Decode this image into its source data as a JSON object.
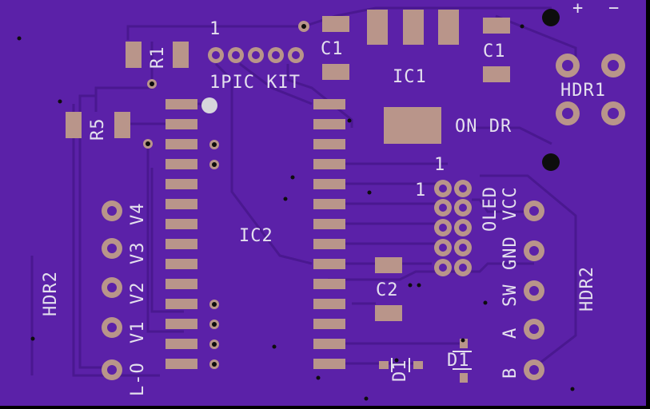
{
  "board": {
    "pcb_color": "#5b21a8",
    "trace_color": "#4a1890",
    "pad_color": "#b9958a",
    "silk_color": "#e4e0ee",
    "hole_color": "#0d0d0d"
  },
  "labels": {
    "pin1_header": "1",
    "r1": "R1",
    "r5": "R5",
    "c1_left": "C1",
    "c1_right": "C1",
    "ic1": "IC1",
    "hdr1": "HDR1",
    "plus": "+",
    "minus": "−",
    "pic_kit": "1PIC KIT",
    "on_dr": "ON DR",
    "oled_pin1_top": "1",
    "oled_pin1_left": "1",
    "oled": "OLED",
    "vcc": "VCC",
    "gnd": "GND",
    "sw": "SW",
    "a": "A",
    "b": "B",
    "hdr2_right": "HDR2",
    "hdr2_left": "HDR2",
    "ic2": "IC2",
    "c2": "C2",
    "d1_left": "D1",
    "d1_right": "D1",
    "v4": "V4",
    "v3": "V3",
    "v2": "V2",
    "v1": "V1",
    "l_o": "L-O"
  }
}
